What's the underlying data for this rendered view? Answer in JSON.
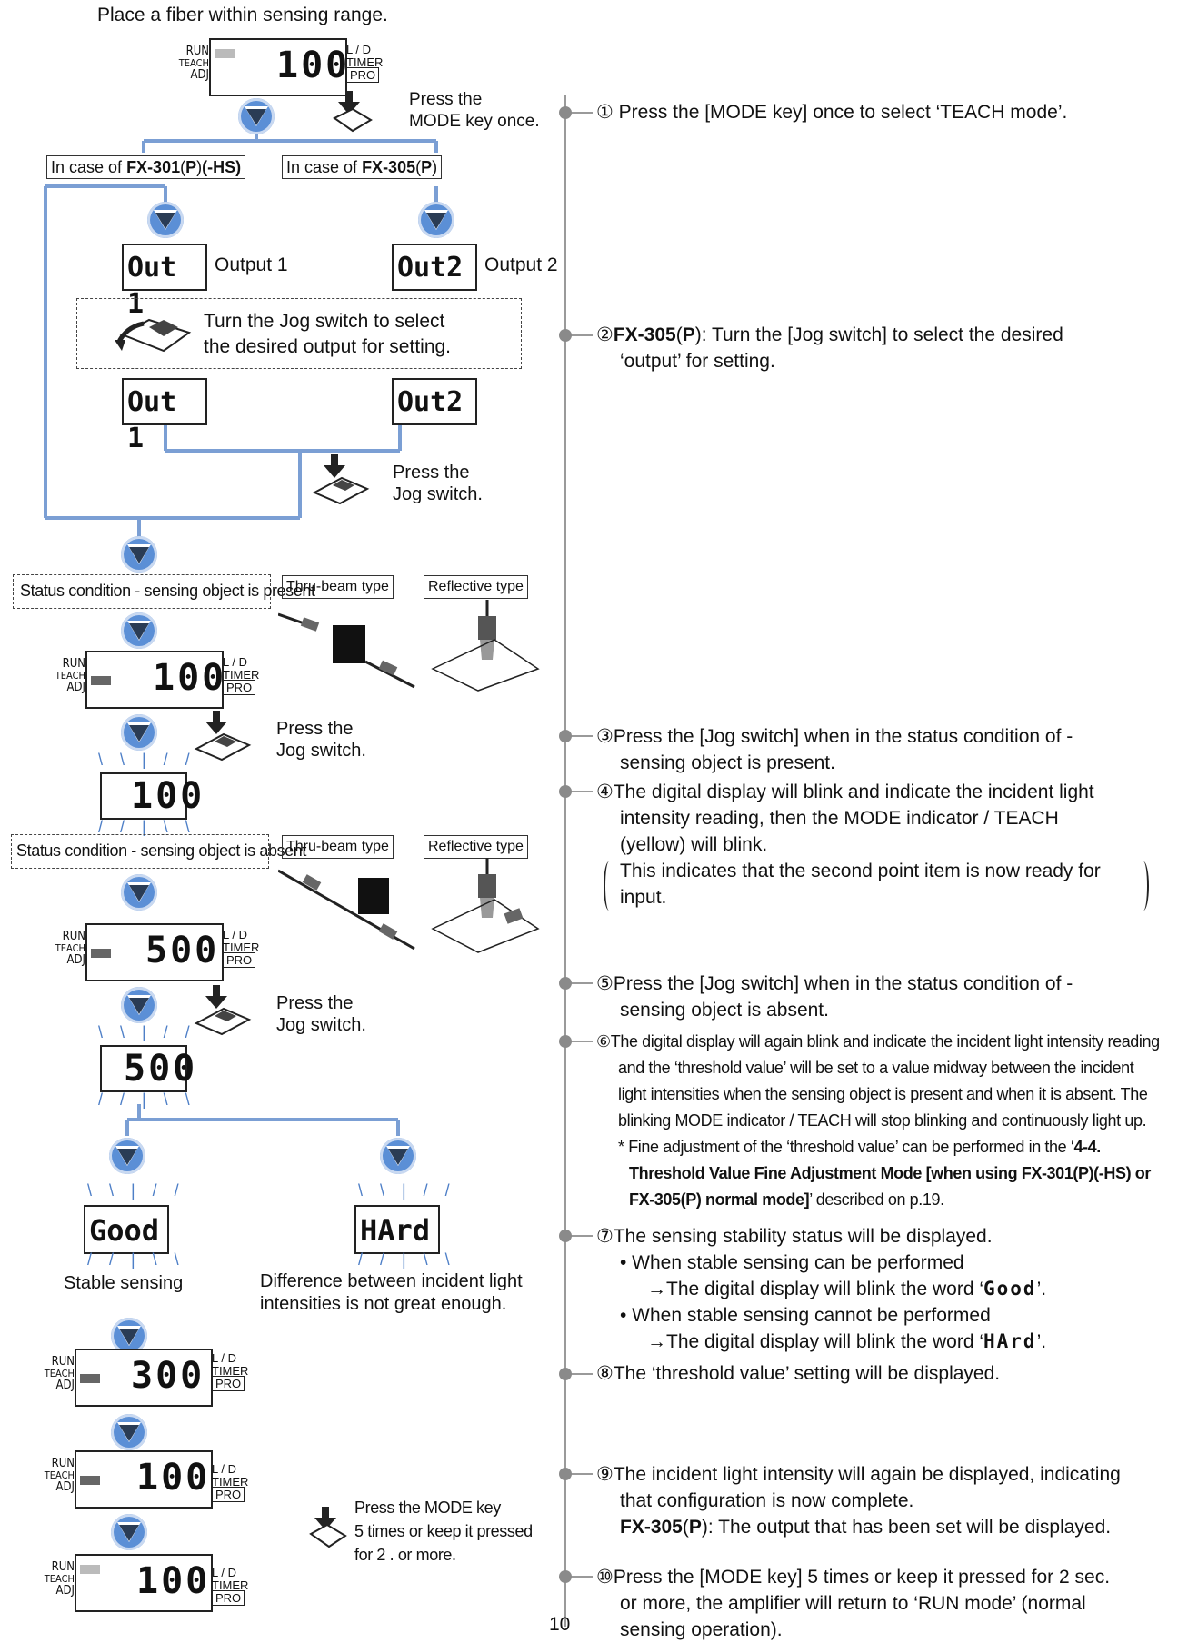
{
  "intro": "Place a fiber within sensing range.",
  "display_labels": {
    "run": "RUN",
    "teach": "TEACH",
    "adj": "ADJ",
    "ld": "L / D",
    "timer": "TIMER",
    "pro": "PRO"
  },
  "values": {
    "v100": "100",
    "v500": "500",
    "v300": "300",
    "out1": "Out 1",
    "out2": "Out2",
    "good": "Good",
    "hard": "HArd"
  },
  "left": {
    "press_mode_once": [
      "Press the",
      "MODE key once."
    ],
    "case_301_prefix": "In case of ",
    "case_301_model": "FX-301",
    "case_301_p": "(P)",
    "case_301_hs": "(-HS)",
    "case_305_prefix": "In case of ",
    "case_305_model": "FX-305",
    "case_305_p": "(P)",
    "output1": "Output 1",
    "output2": "Output 2",
    "jog_select": [
      "Turn the Jog switch to select",
      "the desired output for setting."
    ],
    "press_jog": [
      "Press the",
      "Jog switch."
    ],
    "status_present": "Status condition - sensing object is present",
    "status_absent": "Status condition - sensing object is absent",
    "thru_beam": "Thru-beam type",
    "reflective": "Reflective type",
    "stable_sensing": "Stable sensing",
    "difference": [
      "Difference between incident light",
      "intensities is not great enough."
    ],
    "press_mode_5": [
      "Press the MODE key",
      "5 times or keep it pressed",
      "for 2  . or more."
    ]
  },
  "steps": {
    "s1": "① Press the [MODE key] once to select ‘TEACH mode’.",
    "s2_num": "②",
    "s2_model": "FX-305",
    "s2_p": "(P)",
    "s2_a": ": Turn the [Jog switch] to select the desired",
    "s2_b": "‘output’ for setting.",
    "s3_num": "③",
    "s3_a": "Press the [Jog switch] when in the status condition of -",
    "s3_b": "sensing object is present.",
    "s4_num": "④",
    "s4_a": "The digital display will blink and indicate the incident light",
    "s4_b": "intensity reading, then the MODE indicator / TEACH",
    "s4_c": "(yellow) will blink.",
    "s4_d": "This indicates that the second point item is now ready for",
    "s4_e": "input.",
    "s5_num": "⑤",
    "s5_a": "Press the [Jog switch] when in the status condition of -",
    "s5_b": "sensing object is absent.",
    "s6_num": "⑥",
    "s6_a": "The digital display will again blink and indicate the incident light intensity reading",
    "s6_b": "and the ‘threshold value’ will be set to a value midway between the incident",
    "s6_c": "light intensities when the sensing object is present and when it is absent. The",
    "s6_d": "blinking MODE indicator / TEACH will stop blinking and continuously light up.",
    "s6_note_a": "*  Fine adjustment of the ‘threshold value’ can be performed in the ‘",
    "s6_note_bold1": "4-4.",
    "s6_note_bold2": "Threshold Value Fine Adjustment Mode [when using FX-301(P)(-HS) or",
    "s6_note_bold3": "FX-305(P) normal mode]",
    "s6_note_end": "’ described on p.19.",
    "s7_num": "⑦",
    "s7_a": "The sensing stability status will be displayed.",
    "s7_b": "• When stable sensing can be performed",
    "s7_c": "→The digital display will blink the word ‘",
    "s7_c2": "’.",
    "s7_d": "• When stable sensing cannot be performed",
    "s7_e": "→The digital display will blink the word ‘",
    "s7_e2": "’.",
    "s8_num": "⑧",
    "s8_a": "The ‘threshold value’ setting will be displayed.",
    "s9_num": "⑨",
    "s9_a": "The incident light intensity will again be displayed, indicating",
    "s9_b": "that configuration is now complete.",
    "s9_model": "FX-305",
    "s9_p": "(P)",
    "s9_c": ": The output that has been set will be displayed.",
    "s10_num": "⑩",
    "s10_a": "Press the [MODE key] 5 times or keep it pressed for 2 sec.",
    "s10_b": "or more, the amplifier will return to ‘RUN mode’ (normal",
    "s10_c": "sensing operation)."
  },
  "page_number": "10",
  "colors": {
    "flow_line": "#7b9fd4",
    "triangle": "#5b8fd6",
    "timeline": "#9a9a9a"
  }
}
